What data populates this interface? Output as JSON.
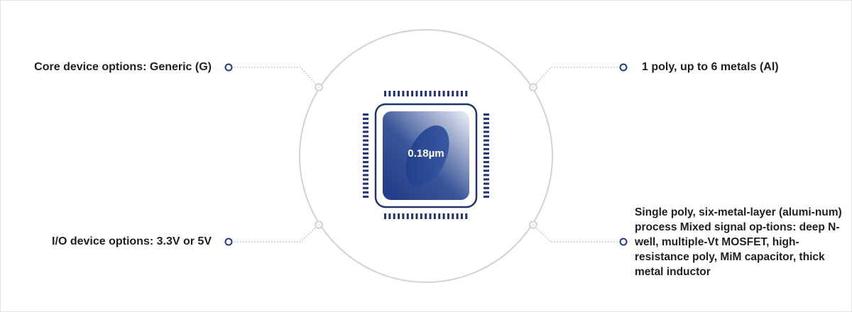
{
  "diagram": {
    "chip": {
      "size_label": "0.18µm"
    },
    "features": {
      "core_device": "Core device options: Generic (G)",
      "io_device": "I/O device options: 3.3V or 5V",
      "metals": "1 poly, up to 6 metals (Al)",
      "process": "Single poly, six-metal-layer (alumi-num) process Mixed signal op-tions: deep N-well, multiple-Vt MOSFET, high-resistance poly, MiM capacitor, thick metal inductor"
    },
    "colors": {
      "ring": "#d2d2d2",
      "chip_dark": "#1f3a86",
      "chip_light": "#eef0f7",
      "pins": "#22346f",
      "marker": "#1f3a86",
      "leader": "#9a9a9a",
      "text": "#1f1f1f"
    }
  }
}
